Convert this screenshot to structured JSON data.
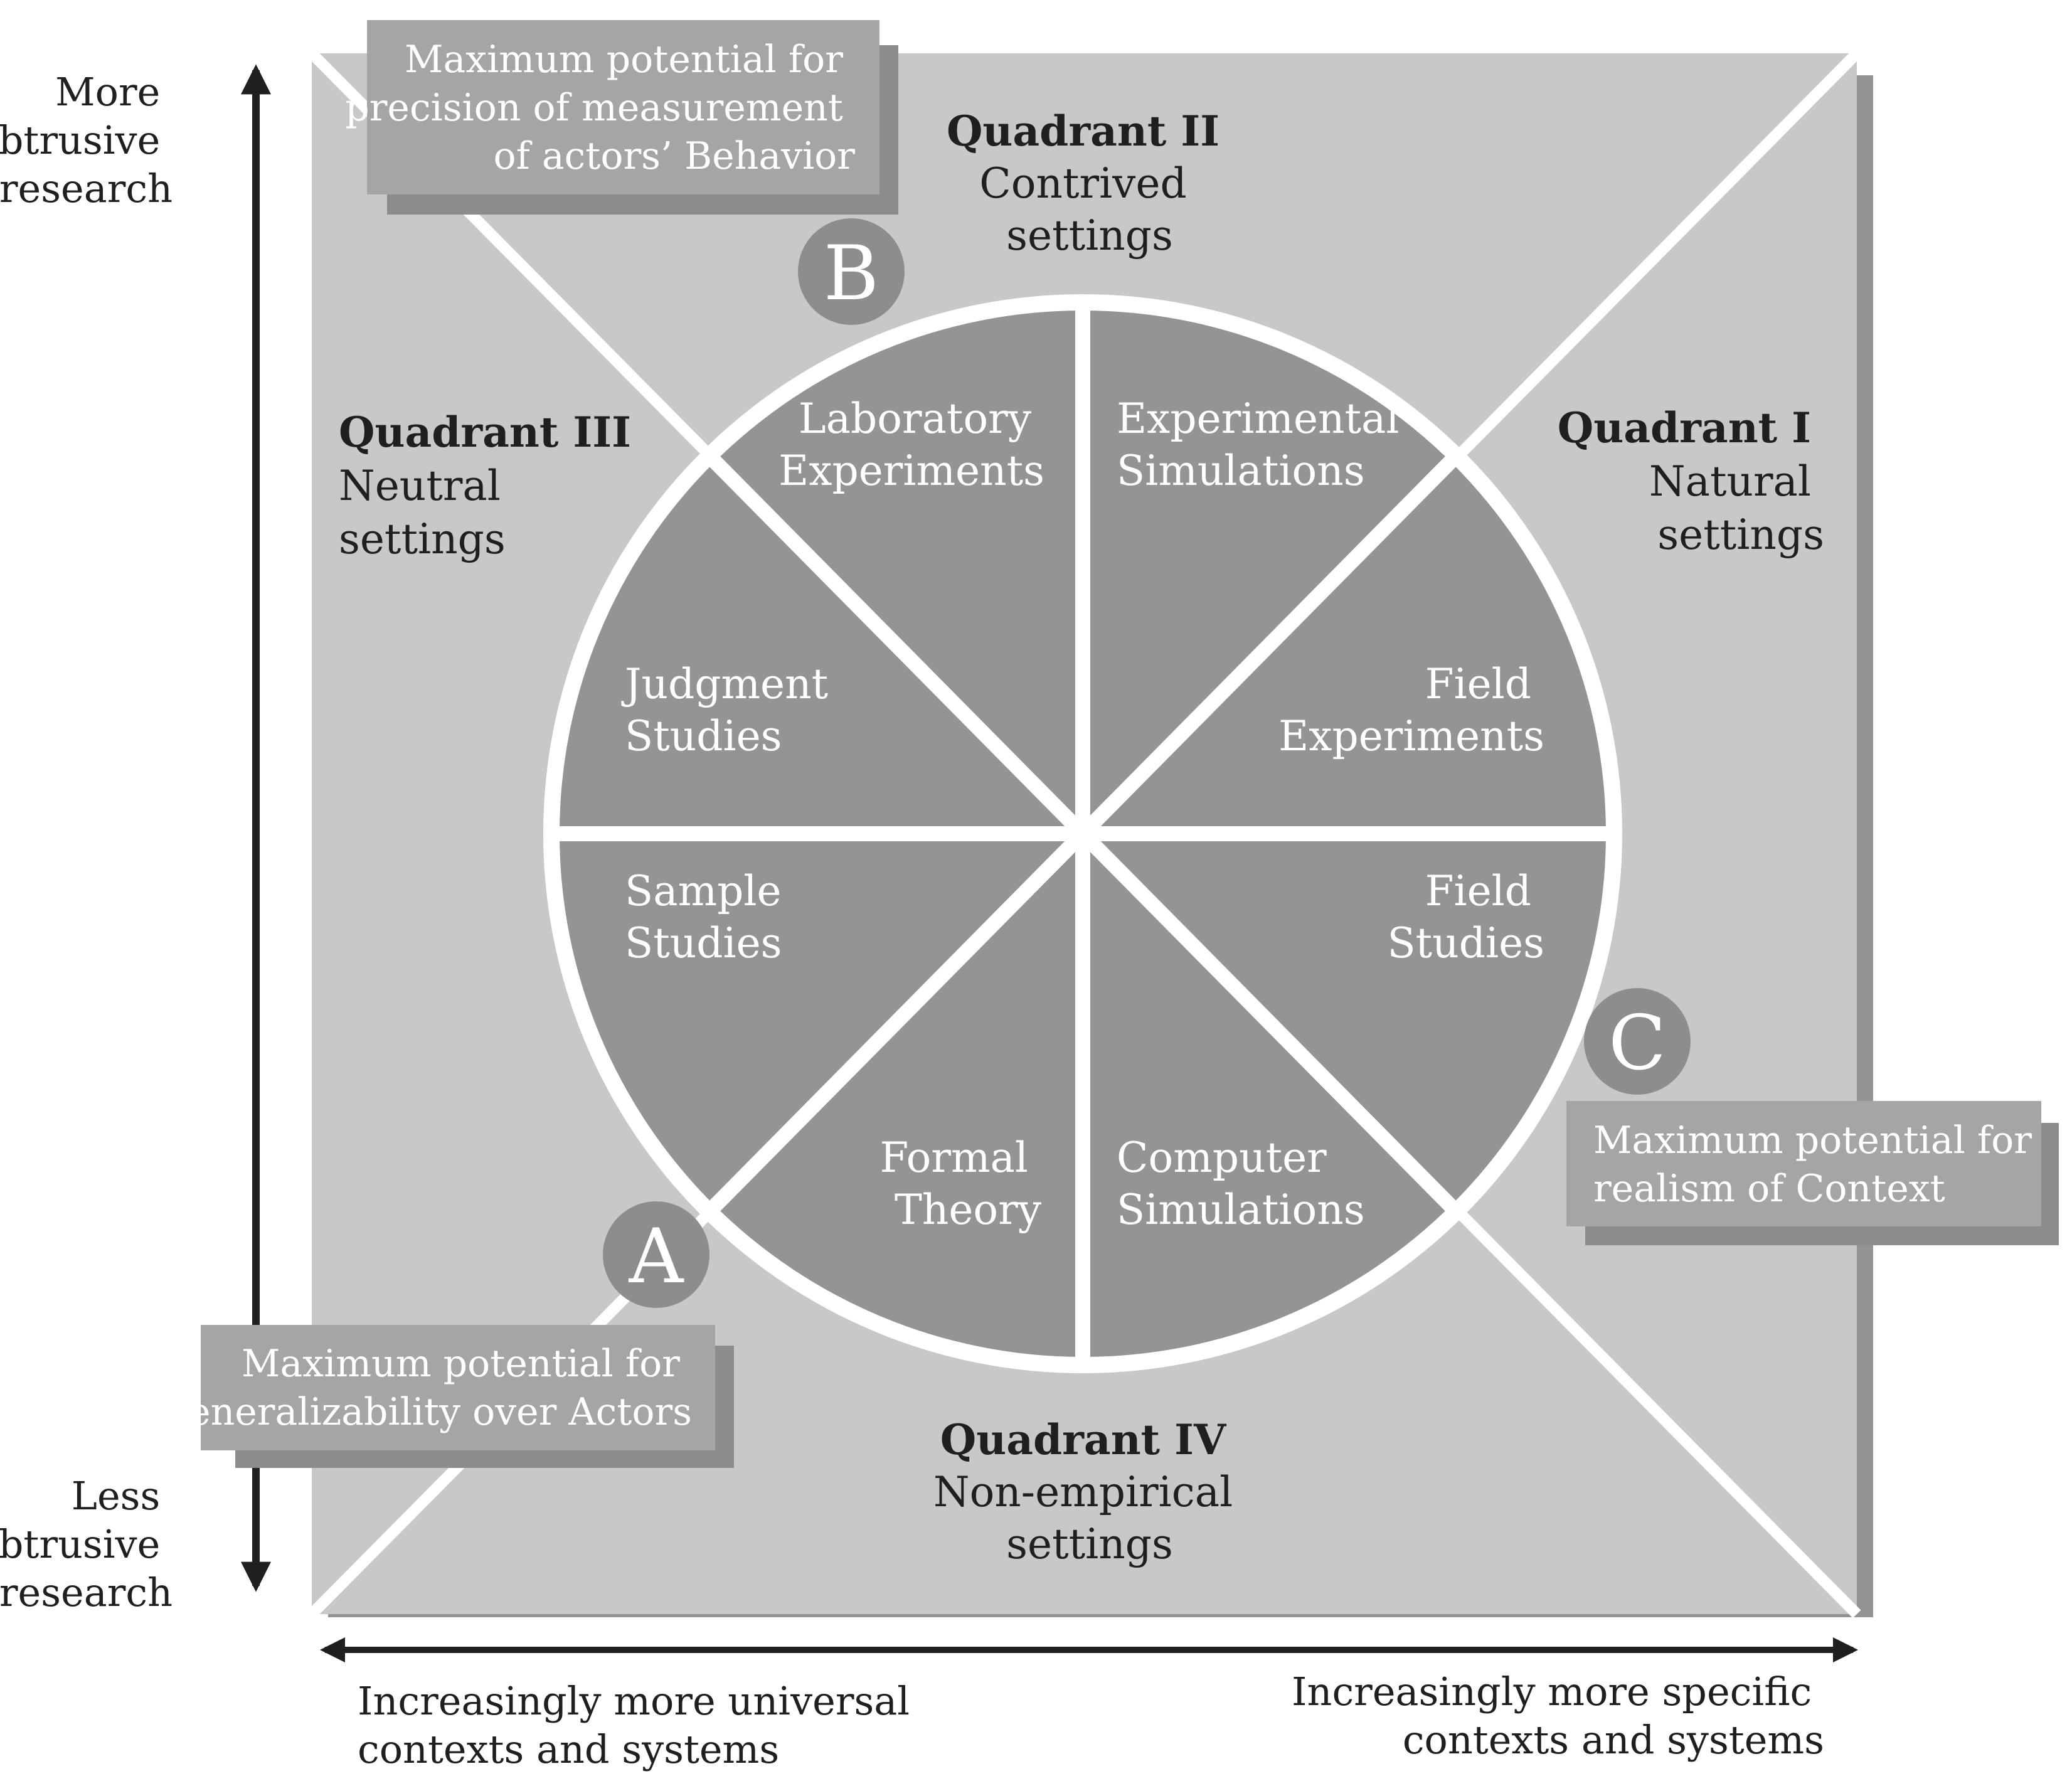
{
  "axis": {
    "top_label": [
      "More",
      "obtrusive",
      "research"
    ],
    "bottom_label": [
      "Less",
      "obtrusive",
      "research"
    ],
    "left_label": [
      "Increasingly more universal",
      "contexts and systems"
    ],
    "right_label": [
      "Increasingly more specific",
      "contexts and systems"
    ]
  },
  "quadrants": {
    "q1": {
      "title": "Quadrant I",
      "sub": [
        "Natural",
        "settings"
      ]
    },
    "q2": {
      "title": "Quadrant  II",
      "sub": [
        "Contrived",
        "settings"
      ]
    },
    "q3": {
      "title": "Quadrant III",
      "sub": [
        "Neutral",
        "settings"
      ]
    },
    "q4": {
      "title": "Quadrant IV",
      "sub": [
        "Non-empirical",
        "settings"
      ]
    }
  },
  "sectors": {
    "lab": [
      "Laboratory",
      "Experiments"
    ],
    "expsim": [
      "Experimental",
      "Simulations"
    ],
    "fieldexp": [
      "Field",
      "Experiments"
    ],
    "fieldstud": [
      "Field",
      "Studies"
    ],
    "compsim": [
      "Computer",
      "Simulations"
    ],
    "formal": [
      "Formal",
      "Theory"
    ],
    "sample": [
      "Sample",
      "Studies"
    ],
    "judgment": [
      "Judgment",
      "Studies"
    ]
  },
  "markers": {
    "a": "A",
    "b": "B",
    "c": "C"
  },
  "callouts": {
    "b": [
      "Maximum potential for",
      "precision of measurement",
      "of actors’ Behavior"
    ],
    "c": [
      "Maximum potential for",
      "realism of Context"
    ],
    "a": [
      "Maximum potential for",
      "generalizability over Actors"
    ]
  },
  "colors": {
    "background": "#ffffff",
    "square": "#c8c8ca",
    "square_shadow": "#939396",
    "sector": "#949497",
    "callout_box": "#a5a5a8",
    "callout_shadow": "#8c8c8f",
    "marker": "#8d8d90",
    "lines": "#ffffff",
    "text": "#1f1f1f"
  }
}
